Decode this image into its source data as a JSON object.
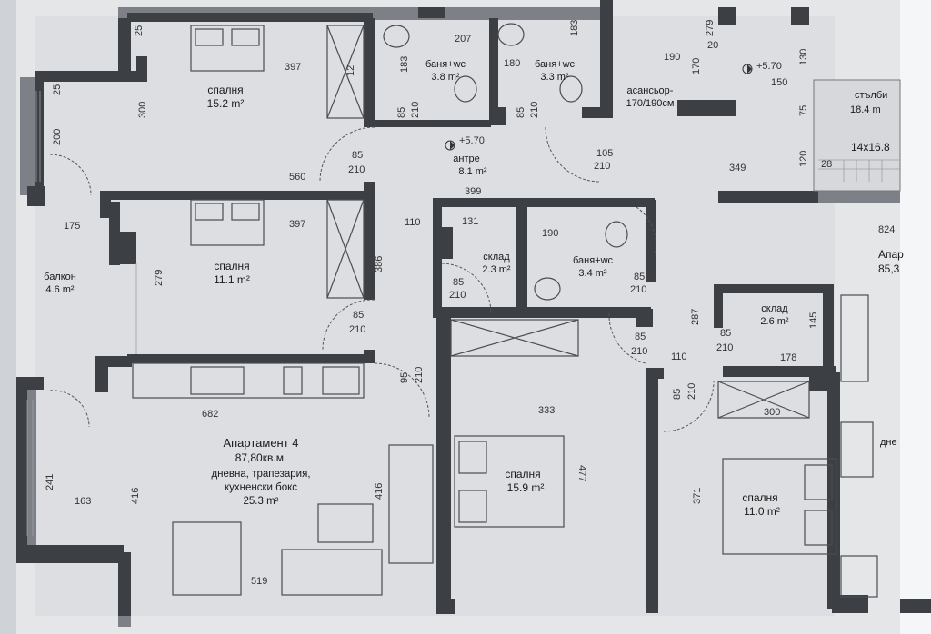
{
  "apartment": {
    "name": "Апартамент 4",
    "area": "87,80кв.м."
  },
  "rooms": {
    "bed1": {
      "name": "спалня",
      "area": "15.2 m²"
    },
    "bath1": {
      "name": "баня+wc",
      "area": "3.8 m²"
    },
    "bath2": {
      "name": "баня+wc",
      "area": "3.3 m²"
    },
    "elevator": {
      "name": "асансьор-",
      "size": "170/190см"
    },
    "stairs": {
      "name": "стълби",
      "area": "18.4 m",
      "size": "14x16.8"
    },
    "hall": {
      "name": "антре",
      "area": "8.1 m²"
    },
    "bed2": {
      "name": "спалня",
      "area": "11.1 m²"
    },
    "storage1": {
      "name": "склад",
      "area": "2.3 m²"
    },
    "bath3": {
      "name": "баня+wc",
      "area": "3.4 m²"
    },
    "balcony": {
      "name": "балкон",
      "area": "4.6 m²"
    },
    "living": {
      "line1": "дневна, трапезария,",
      "line2": "кухненски бокс",
      "area": "25.3 m²"
    },
    "bed3": {
      "name": "спалня",
      "area": "15.9 m²"
    },
    "storage2": {
      "name": "склад",
      "area": "2.6 m²"
    },
    "bed4": {
      "name": "спалня",
      "area": "11.0 m²"
    },
    "next_apt": {
      "name": "Апар",
      "area": "85,3"
    },
    "next_room": {
      "name": "дне"
    }
  },
  "levels": {
    "hall": "+5.70",
    "elevator": "+5.70"
  },
  "dimensions": {
    "d25": "25",
    "d397": "397",
    "d207": "207",
    "d183": "183",
    "d180": "180",
    "d190": "190",
    "d279": "279",
    "d20": "20",
    "d170": "170",
    "d130": "130",
    "d150": "150",
    "d300": "300",
    "d12": "12",
    "d75": "75",
    "d85": "85",
    "d210": "210",
    "d200": "200",
    "d560": "560",
    "d105": "105",
    "d349": "349",
    "d120": "120",
    "d28": "28",
    "d399": "399",
    "d110": "110",
    "d131": "131",
    "d824": "824",
    "d175": "175",
    "d386": "386",
    "d287": "287",
    "d145": "145",
    "d95": "95",
    "d178": "178",
    "d682": "682",
    "d333": "333",
    "d477": "477",
    "d416": "416",
    "d241": "241",
    "d163": "163",
    "d371": "371",
    "d519": "519"
  }
}
